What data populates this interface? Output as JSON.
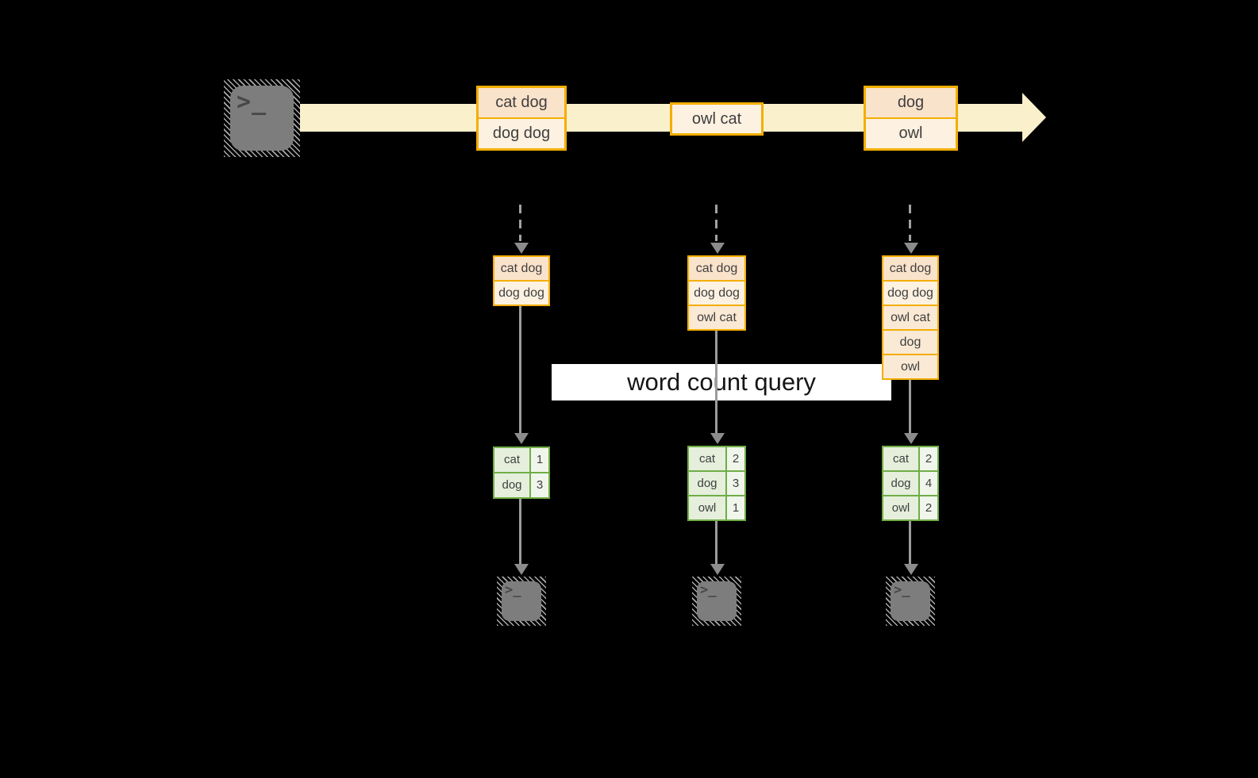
{
  "palette": {
    "background": "#000000",
    "gold_border": "#f3ae00",
    "stream_fill": "#faf0cb",
    "peach_fill": "#fae3cb",
    "cream_fill": "#fdf1e1",
    "peach_light_fill": "#fae9d4",
    "green_border": "#70ad47",
    "green_label_fill": "#e5efdc",
    "green_value_fill": "#f0f6eb",
    "arrow_gray": "#9c9c9c",
    "terminal_gray": "#7d7d7d",
    "query_band_bg": "#ffffff",
    "text_color": "#3f3f3f"
  },
  "source": {
    "icon": "terminal-icon",
    "prompt": ">_"
  },
  "stream_messages": [
    {
      "lines": [
        "cat dog",
        "dog dog"
      ]
    },
    {
      "lines": [
        "owl cat"
      ]
    },
    {
      "lines": [
        "dog",
        "owl"
      ]
    }
  ],
  "query_label": "word count query",
  "columns": [
    {
      "buffer": [
        "cat dog",
        "dog dog"
      ],
      "counts": [
        {
          "word": "cat",
          "count": "1"
        },
        {
          "word": "dog",
          "count": "3"
        }
      ]
    },
    {
      "buffer": [
        "cat dog",
        "dog dog",
        "owl cat"
      ],
      "counts": [
        {
          "word": "cat",
          "count": "2"
        },
        {
          "word": "dog",
          "count": "3"
        },
        {
          "word": "owl",
          "count": "1"
        }
      ]
    },
    {
      "buffer": [
        "cat dog",
        "dog dog",
        "owl cat",
        "dog",
        "owl"
      ],
      "counts": [
        {
          "word": "cat",
          "count": "2"
        },
        {
          "word": "dog",
          "count": "4"
        },
        {
          "word": "owl",
          "count": "2"
        }
      ]
    }
  ]
}
